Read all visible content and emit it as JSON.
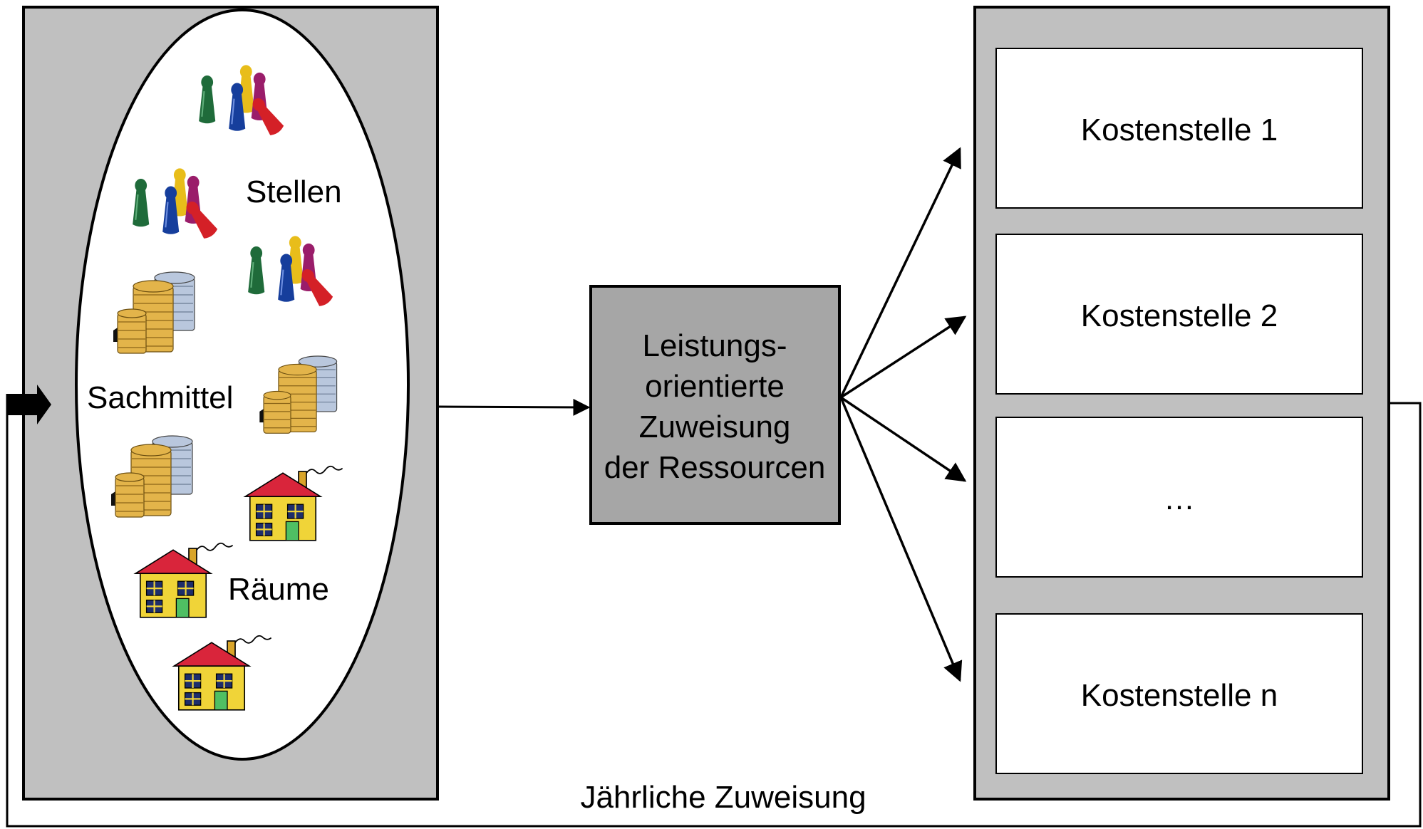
{
  "diagram": {
    "resources": {
      "stellen_label": "Stellen",
      "sachmittel_label": "Sachmittel",
      "raeume_label": "Räume"
    },
    "process": {
      "line1": "Leistungs-",
      "line2": "orientierte",
      "line3": "Zuweisung",
      "line4": "der Ressourcen"
    },
    "cost_centers": [
      "Kostenstelle 1",
      "Kostenstelle 2",
      "…",
      "Kostenstelle n"
    ],
    "feedback_label": "Jährliche Zuweisung"
  },
  "colors": {
    "panel_gray": "#c0c0c0",
    "process_gray": "#a6a6a6",
    "line": "#000000"
  },
  "icons": {
    "stellen": "game-pieces-icon",
    "sachmittel": "coin-stack-icon",
    "raeume": "house-icon"
  }
}
